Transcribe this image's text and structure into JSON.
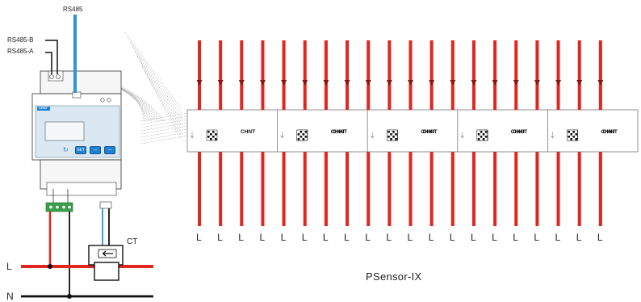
{
  "bus": {
    "top_label": "RS485",
    "b_label": "RS485-B",
    "a_label": "RS485-A"
  },
  "meter": {
    "brand_badge": "CHNT",
    "button_set": "SET"
  },
  "wiring": {
    "line_label": "L",
    "neutral_label": "N",
    "ct_label": "CT"
  },
  "sensor_strip": {
    "caption": "PSensor-IX",
    "brand": "CHNT",
    "module_count": 5,
    "bottom_labels": [
      "L",
      "L",
      "L",
      "L",
      "L",
      "L",
      "L",
      "L",
      "L",
      "L",
      "L",
      "L",
      "L",
      "L",
      "L",
      "L",
      "L",
      "L",
      "L",
      "L"
    ]
  },
  "colors": {
    "conductor_red": "#e0261f",
    "bus_blue": "#2f93d8",
    "button_blue": "#1e7fd6",
    "wire_black": "#111111",
    "terminal_green": "#3aa04a"
  }
}
